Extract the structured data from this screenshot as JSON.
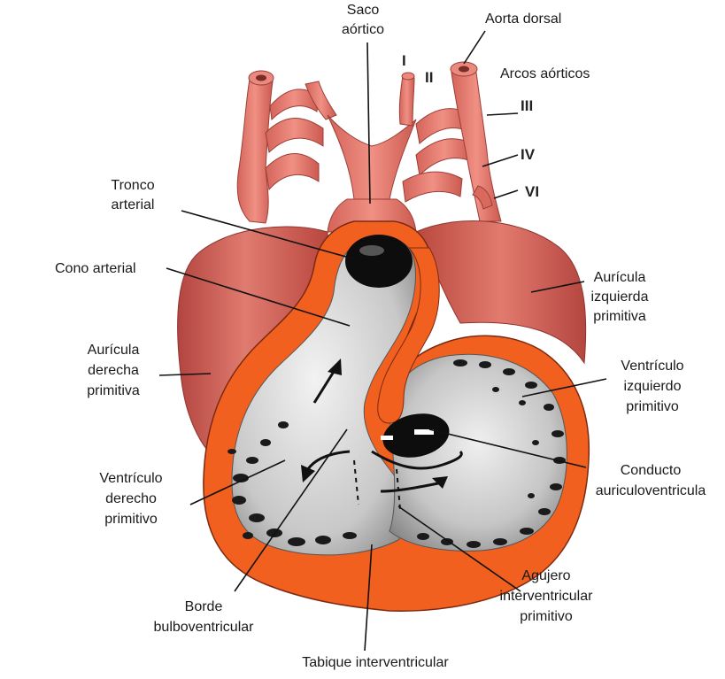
{
  "labels": {
    "saco": [
      "Saco",
      "aórtico"
    ],
    "aorta_dorsal": "Aorta dorsal",
    "arcos_aorticos": "Arcos aórticos",
    "tronco": [
      "Tronco",
      "arterial"
    ],
    "cono": "Cono arterial",
    "auricula_izq": [
      "Aurícula",
      "izquierda",
      "primitiva"
    ],
    "auricula_der": [
      "Aurícula",
      "derecha",
      "primitiva"
    ],
    "ventriculo_izq": [
      "Ventrículo",
      "izquierdo",
      "primitivo"
    ],
    "conducto": [
      "Conducto",
      "auriculoventricula"
    ],
    "ventriculo_der": [
      "Ventrículo",
      "derecho",
      "primitivo"
    ],
    "agujero": [
      "Agujero",
      "interventricular",
      "primitivo"
    ],
    "borde": [
      "Borde",
      "bulboventricular"
    ],
    "tabique": "Tabique interventricular"
  },
  "roman": {
    "I": "I",
    "II": "II",
    "III": "III",
    "IV": "IV",
    "VI": "VI"
  },
  "colors": {
    "vessel": "#e9786c",
    "vessel_dark": "#c9584e",
    "atrium": "#cf5f55",
    "myocardium": "#f2601f",
    "lumen": "#d9d9d9",
    "cavity_dark": "#111111"
  }
}
